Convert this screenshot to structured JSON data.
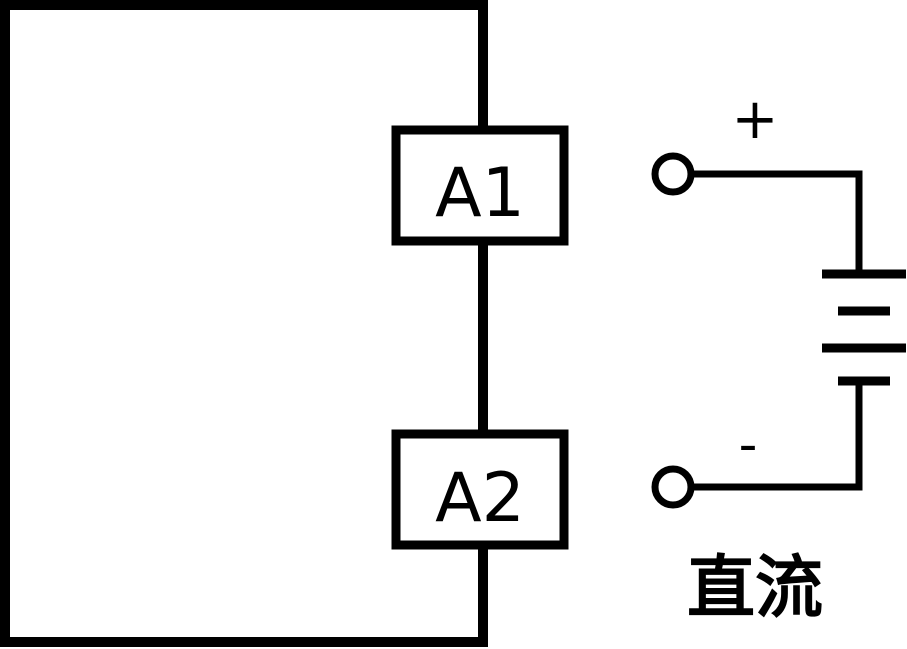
{
  "terminals": {
    "a1": "A1",
    "a2": "A2"
  },
  "polarity": {
    "positive": "+",
    "negative": "-"
  },
  "caption": "直流"
}
